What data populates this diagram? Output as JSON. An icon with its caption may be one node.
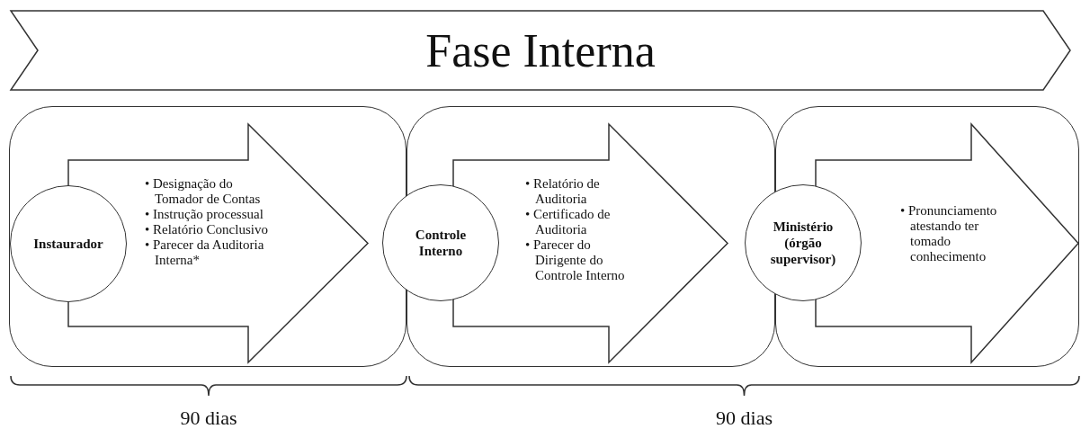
{
  "diagram": {
    "nodes": [
      {
        "text": [
          "Fase Interna"
        ]
      },
      {
        "text": [],
        "shape": "box"
      },
      {
        "text": [
          "Instaurador"
        ],
        "in": 1
      },
      {
        "text": [
          "• Designação do Tomador de Contas",
          "• Instrução processual",
          "• Relatório Conclusivo",
          "• Parecer da Auditoria Interna*"
        ],
        "in": 1
      },
      {
        "text": [],
        "shape": "box"
      },
      {
        "text": [
          "Controle Interno"
        ]
      },
      {
        "text": [
          "• Relatório de Auditoria",
          "• Certificado de Auditoria",
          "• Parecer do Dirigente do Controle Interno"
        ],
        "in": 4
      },
      {
        "text": [],
        "shape": "box"
      },
      {
        "text": [
          "Ministério (órgão supervisor)"
        ]
      },
      {
        "text": [
          "• Pronunciamento atestando ter tomado conhecimento"
        ],
        "in": 7
      }
    ],
    "edges": [],
    "labels": [
      "90 dias",
      "90 dias"
    ]
  }
}
